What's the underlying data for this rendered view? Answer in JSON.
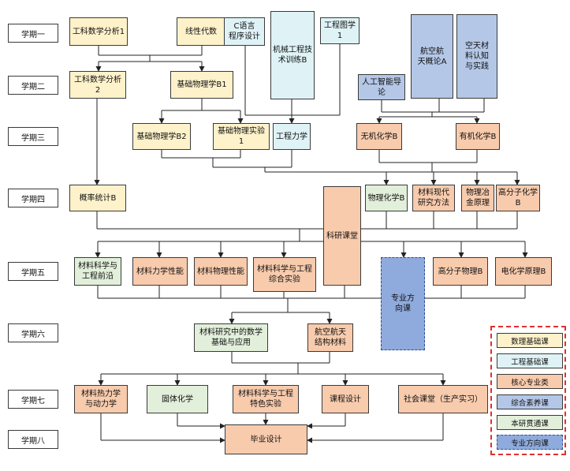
{
  "semesters": {
    "s1": "学期一",
    "s2": "学期二",
    "s3": "学期三",
    "s4": "学期四",
    "s5": "学期五",
    "s6": "学期六",
    "s7": "学期七",
    "s8": "学期八"
  },
  "courses": {
    "eng_math_1": "工科数学分析1",
    "linear_algebra": "线性代数",
    "c_programming": "C语言\n程序设计",
    "mech_training": "机械工程技\n术训练B",
    "eng_drawing": "工程图学\n1",
    "aerospace_intro": "航空航\n天概论A",
    "aerospace_materials_practice": "空天材\n料认知\n与实践",
    "eng_math_2": "工科数学分析2",
    "physics_b1": "基础物理学B1",
    "ai_intro": "人工智能导\n论",
    "physics_b2": "基础物理学B2",
    "physics_lab_1": "基础物理实验1",
    "eng_mechanics": "工程力学",
    "inorganic_chem": "无机化学B",
    "organic_chem": "有机化学B",
    "probability": "概率统计B",
    "research_class": "科研课堂",
    "physical_chem": "物理化学B",
    "modern_research_methods": "材料现代\n研究方法",
    "physical_metallurgy": "物理冶\n金原理",
    "polymer_chem": "高分子化学\nB",
    "frontier": "材料科学与\n工程前沿",
    "mech_properties": "材料力学性能",
    "phys_properties": "材料物理性能",
    "comprehensive_exp": "材料科学与工程\n综合实验",
    "specialty_course": "专业方\n向课",
    "polymer_physics": "高分子物理B",
    "electrochem": "电化学原理B",
    "math_in_research": "材料研究中的数学\n基础与应用",
    "aerospace_structural": "航空航天\n结构材料",
    "thermo": "材料热力学\n与动力学",
    "solid_chem": "固体化学",
    "featured_exp": "材料科学与工程\n特色实验",
    "course_design": "课程设计",
    "social_practice": "社会课堂（生产实习）",
    "thesis": "毕业设计"
  },
  "legend": {
    "math_foundation": "数理基础课",
    "eng_foundation": "工程基础课",
    "core": "核心专业类",
    "general": "综合素养课",
    "ug_grad": "本研贯通课",
    "specialty": "专业方向课"
  },
  "colors": {
    "math_foundation": "#fef2cb",
    "eng_foundation": "#dff3f7",
    "core": "#f8cbad",
    "general": "#b4c7e7",
    "ug_grad": "#e2efda",
    "specialty": "#8faadc",
    "legend_border": "#e03030"
  }
}
